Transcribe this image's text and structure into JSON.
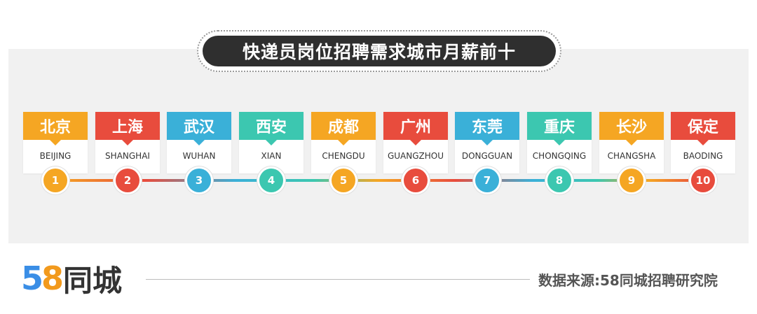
{
  "title": "快递员岗位招聘需求城市月薪前十",
  "cities": [
    {
      "rank": "1",
      "name": "北京",
      "pinyin": "BEIJING",
      "color": "#f5a623"
    },
    {
      "rank": "2",
      "name": "上海",
      "pinyin": "SHANGHAI",
      "color": "#e84c3d"
    },
    {
      "rank": "3",
      "name": "武汉",
      "pinyin": "WUHAN",
      "color": "#3ab0d8"
    },
    {
      "rank": "4",
      "name": "西安",
      "pinyin": "XIAN",
      "color": "#3cc7b0"
    },
    {
      "rank": "5",
      "name": "成都",
      "pinyin": "CHENGDU",
      "color": "#f5a623"
    },
    {
      "rank": "6",
      "name": "广州",
      "pinyin": "GUANGZHOU",
      "color": "#e84c3d"
    },
    {
      "rank": "7",
      "name": "东莞",
      "pinyin": "DONGGUAN",
      "color": "#3ab0d8"
    },
    {
      "rank": "8",
      "name": "重庆",
      "pinyin": "CHONGQING",
      "color": "#3cc7b0"
    },
    {
      "rank": "9",
      "name": "长沙",
      "pinyin": "CHANGSHA",
      "color": "#f5a623"
    },
    {
      "rank": "10",
      "name": "保定",
      "pinyin": "BAODING",
      "color": "#e84c3d"
    }
  ],
  "logo": {
    "num5": "5",
    "num8": "8",
    "text": "同城"
  },
  "source": "数据来源:58同城招聘研究院"
}
